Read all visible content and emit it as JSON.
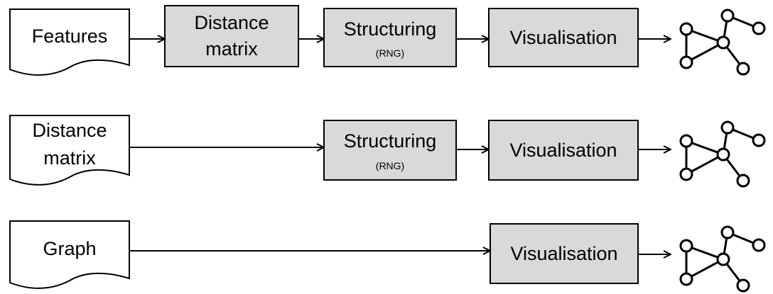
{
  "rows": [
    {
      "input": {
        "lines": [
          "Features"
        ]
      },
      "steps": [
        {
          "lines": [
            "Distance",
            "matrix"
          ],
          "sub": ""
        },
        {
          "lines": [
            "Structuring"
          ],
          "sub": "(RNG)"
        },
        {
          "lines": [
            "Visualisation"
          ],
          "sub": ""
        }
      ],
      "output_icon": "graph-icon"
    },
    {
      "input": {
        "lines": [
          "Distance",
          "matrix"
        ]
      },
      "steps": [
        {
          "lines": [
            "Structuring"
          ],
          "sub": "(RNG)"
        },
        {
          "lines": [
            "Visualisation"
          ],
          "sub": ""
        }
      ],
      "output_icon": "graph-icon"
    },
    {
      "input": {
        "lines": [
          "Graph"
        ]
      },
      "steps": [
        {
          "lines": [
            "Visualisation"
          ],
          "sub": ""
        }
      ],
      "output_icon": "graph-icon"
    }
  ],
  "colors": {
    "process_fill": "#d9d9d9",
    "stroke": "#000000"
  }
}
